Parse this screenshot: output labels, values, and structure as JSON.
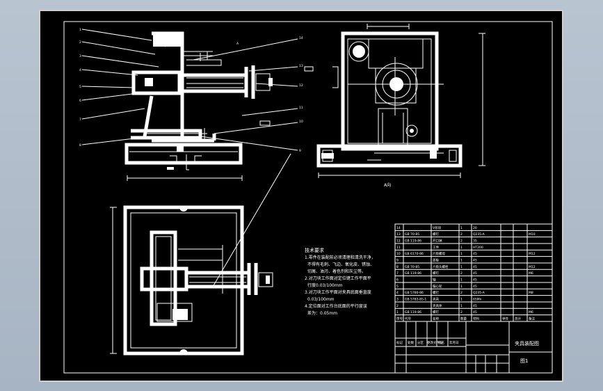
{
  "canvas": {
    "background": "#000000",
    "stroke": "#ffffff",
    "frame": "#b5c0cd"
  },
  "balloons": {
    "left": [
      "1",
      "2",
      "3",
      "4",
      "5",
      "6",
      "7",
      "8"
    ],
    "right": [
      "14",
      "13",
      "12",
      "11",
      "10",
      "9"
    ]
  },
  "view_labels": {
    "a_view": "A向",
    "arrow_a": "A"
  },
  "tech_notes": {
    "title": "技术要求",
    "lines": [
      "1.零件在装配前必须清理和清洗干净，",
      "不得有毛刺、飞边、氧化皮、锈蚀、",
      "切屑、油污、着色剂和灰尘等。",
      "2.对刀块工作面对定位键工作平面平",
      "行度0.03/100mm",
      "3.对刀块工作平面对夹具底面垂直度",
      "0.03/100mm",
      "4.定位面对工作台底面的平行度误",
      "差为：0.05mm"
    ]
  },
  "bom": {
    "rows": [
      [
        "14",
        "",
        "V形块",
        "1",
        "20",
        "",
        "",
        ""
      ],
      [
        "13",
        "GB 70-85",
        "螺钉",
        "2",
        "Q235-A",
        "",
        "",
        "M10"
      ],
      [
        "12",
        "GB 119-86",
        "开口销",
        "2",
        "35",
        "",
        "",
        ""
      ],
      [
        "11",
        "",
        "工件",
        "1",
        "HT200",
        "",
        "",
        ""
      ],
      [
        "10",
        "GB 6170-86",
        "六角螺母",
        "1",
        "45",
        "",
        "",
        "M12"
      ],
      [
        "9",
        "",
        "盖板",
        "1",
        "45",
        "",
        "",
        ""
      ],
      [
        "8",
        "GB 70-85",
        "六角头螺栓",
        "1",
        "45",
        "",
        "",
        "M12"
      ],
      [
        "7",
        "GB 119-86",
        "螺钉",
        "2",
        "45",
        "",
        "",
        "M6"
      ],
      [
        "6",
        "",
        "轴",
        "1",
        "45",
        "",
        "",
        ""
      ],
      [
        "5",
        "",
        "偏心轮",
        "1",
        "45",
        "",
        "",
        ""
      ],
      [
        "4",
        "GB 5780-86",
        "螺钉",
        "2",
        "Q235-A",
        "",
        "",
        "M8"
      ],
      [
        "3",
        "GB 5783-85-1",
        "夹具",
        "1",
        "65Mn",
        "",
        "",
        ""
      ],
      [
        "2",
        "",
        "夹具体",
        "1",
        "45",
        "",
        "",
        ""
      ],
      [
        "1",
        "GB 119-86",
        "螺钉",
        "2",
        "45",
        "",
        "",
        "M6"
      ]
    ],
    "header": [
      "序号",
      "代号",
      "名称",
      "数量",
      "材料",
      "单件",
      "总计",
      "备注"
    ]
  },
  "title_block": {
    "title": "夹具装配图",
    "drawing_no": "图1",
    "labels": [
      "标记",
      "处数",
      "分区",
      "更改文件号",
      "签名",
      "年月日"
    ]
  }
}
